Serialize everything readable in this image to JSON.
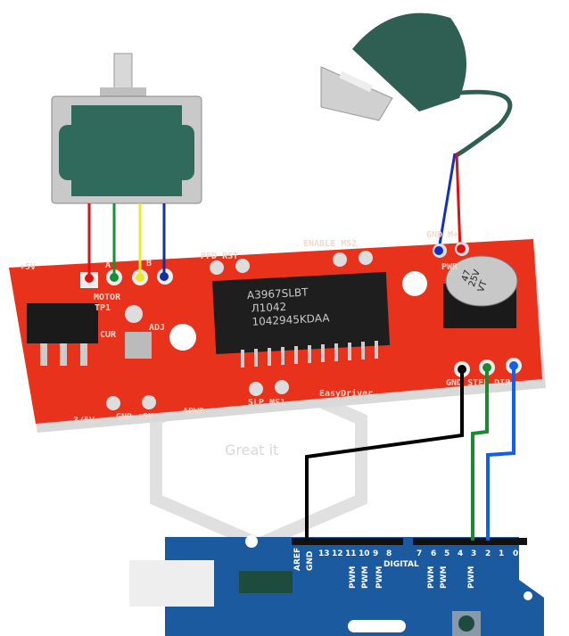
{
  "watermark": "Great it",
  "board": {
    "name": "EasyDriver",
    "chip_lines": [
      "A3967SLBT",
      "Л1042",
      "1042945KDAA"
    ],
    "capacitor_lines": [
      "47",
      "25V",
      "VT"
    ],
    "labels": {
      "plus5v_top": "+5V",
      "motor": "MOTOR",
      "motor_a": "A",
      "motor_b": "B",
      "tp1": "TP1",
      "cur": "CUR",
      "adj": "ADJ",
      "pfd_rst": "PFD RST",
      "enable_ms2": "ENABLE MS2",
      "gnd_m": "GND M+",
      "pwr_in": "PWR",
      "gnd_5v": "GND +5V",
      "apwr": "APWR",
      "slp_ms1": "SLP MS1",
      "v_sel": "3/5V",
      "gnd_step_dir": "GND STEP DIR"
    }
  },
  "arduino": {
    "pins": [
      "AREF",
      "GND",
      "13",
      "12",
      "11",
      "10",
      "9",
      "8",
      "7",
      "6",
      "5",
      "4",
      "3",
      "2",
      "1",
      "0"
    ],
    "digital_label": "DIGITAL",
    "pwm_label": "PWM"
  },
  "wire_colors": {
    "motor_a1": "#e01010",
    "motor_a2": "#159035",
    "motor_b1": "#e8e830",
    "motor_b2": "#1030a0",
    "power_pos": "#e01010",
    "power_gnd": "#1030c0",
    "gnd": "#000000",
    "step": "#1a8a30",
    "dir": "#1060f0"
  }
}
